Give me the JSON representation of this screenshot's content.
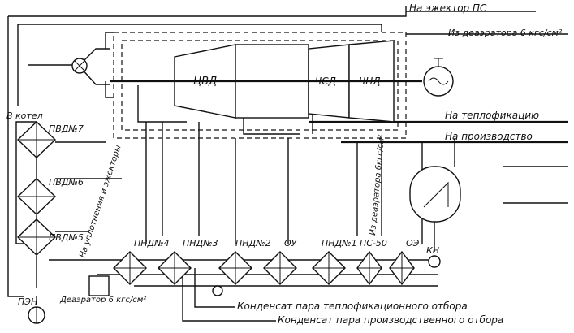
{
  "labels": {
    "ejector": "На эжектор ПС",
    "deaerator_top": "Из деаэратора 6 кгс/см²",
    "cvd": "ЦВД",
    "csd": "ЧСД",
    "cnd": "ЧНД",
    "to_boiler": "В котел",
    "pvd7": "ПВД№7",
    "pvd6": "ПВД№6",
    "pvd5": "ПВД№5",
    "heating": "На теплофикацию",
    "production": "На производство",
    "seals_ejectors": "На уплотнения и эжекторы",
    "deaerator_vert": "Из деаэратора 6кгс/см²",
    "pnd4": "ПНД№4",
    "pnd3": "ПНД№3",
    "pnd2": "ПНД№2",
    "ou": "ОУ",
    "pnd1": "ПНД№1",
    "ps50": "ПС-50",
    "oe": "ОЭ",
    "kn": "КН",
    "pen": "ПЭН",
    "deaerator_box": "Деаэратор 6 кгс/см²",
    "cond_heating": "Конденсат пара теплофикационного отбора",
    "cond_production": "Конденсат пара производственного отбора"
  }
}
